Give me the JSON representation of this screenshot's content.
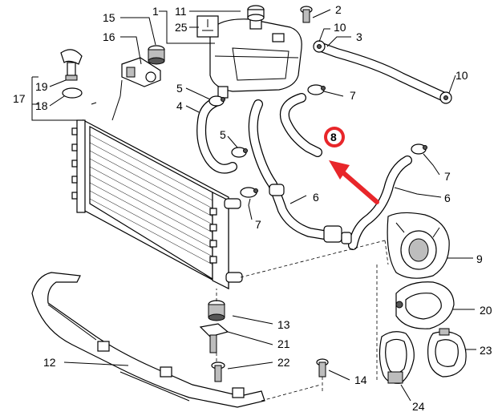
{
  "callouts": {
    "c1": "1",
    "c2": "2",
    "c3": "3",
    "c4": "4",
    "c5a": "5",
    "c5b": "5",
    "c6a": "6",
    "c6b": "6",
    "c7a": "7",
    "c7b": "7",
    "c7c": "7",
    "c8": "8",
    "c9": "9",
    "c10a": "10",
    "c10b": "10",
    "c11": "11",
    "c12": "12",
    "c13": "13",
    "c14": "14",
    "c15": "15",
    "c16": "16",
    "c17": "17",
    "c18": "18",
    "c19": "19",
    "c20": "20",
    "c21": "21",
    "c22": "22",
    "c23": "23",
    "c24": "24",
    "c25": "25"
  },
  "colors": {
    "highlight": "#e8262a",
    "line": "#000000"
  }
}
